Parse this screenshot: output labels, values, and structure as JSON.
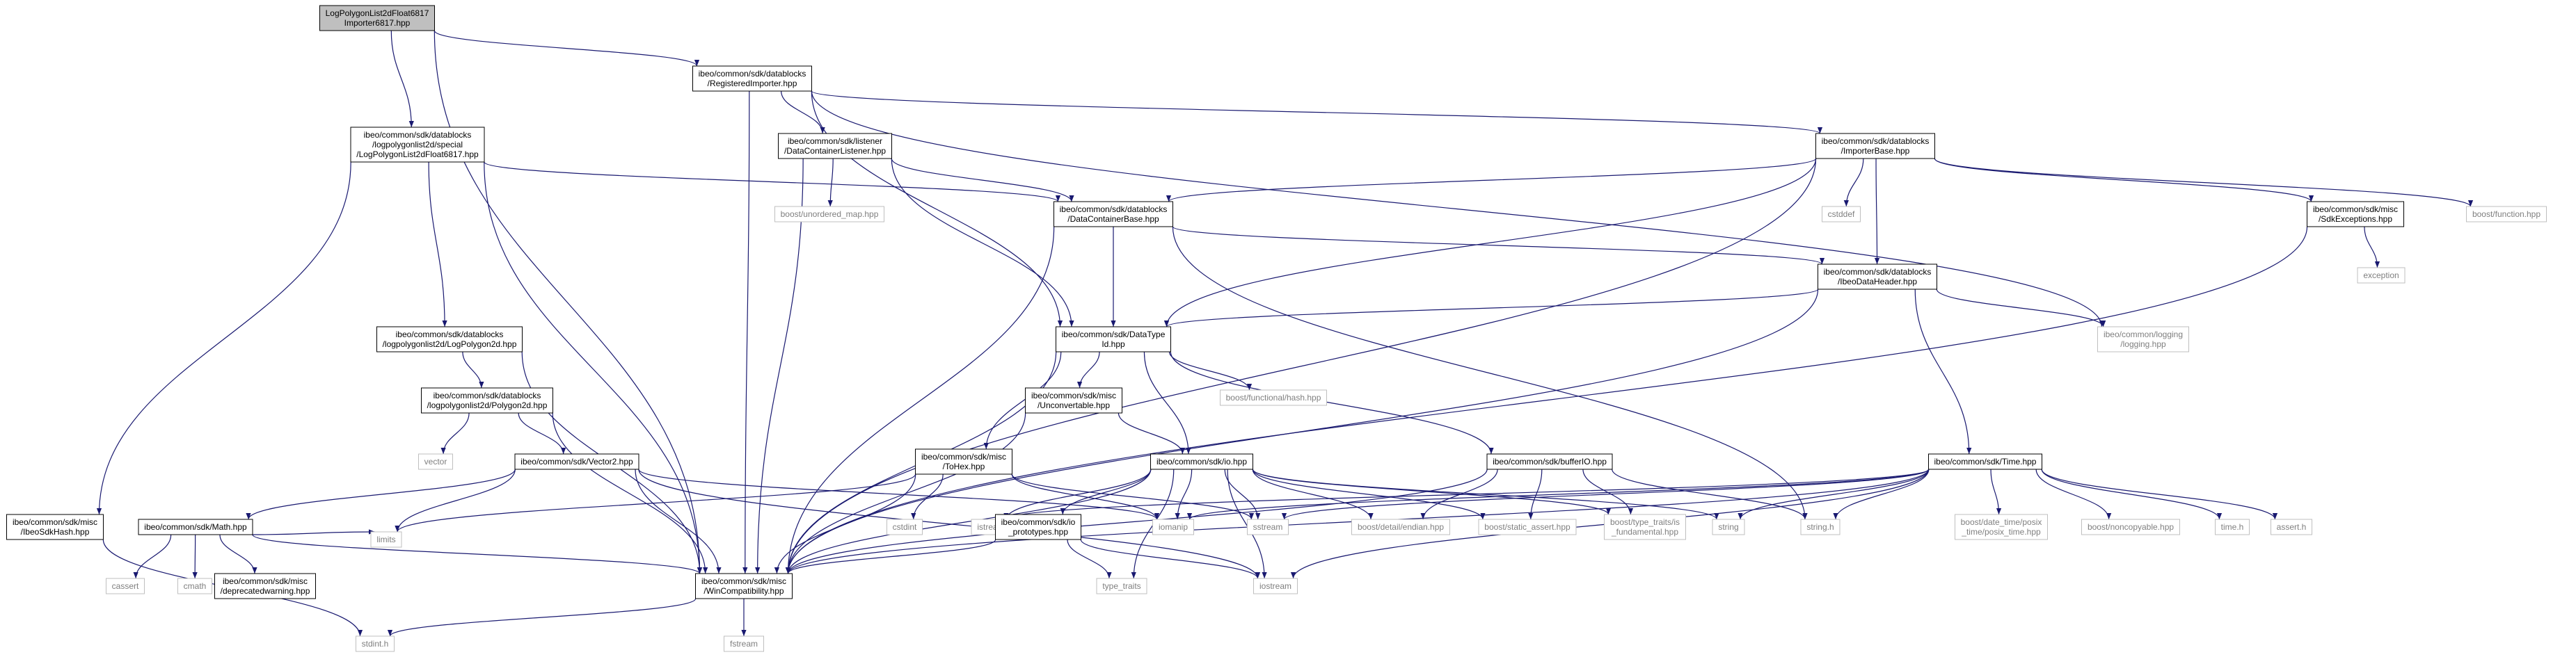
{
  "graph": {
    "colors": {
      "edge": "#191970",
      "box_border": "#000000",
      "ext_border": "#bfbfbf",
      "ext_text": "#7f7f7f",
      "focus_fill": "#bfbfbf",
      "fill": "#ffffff"
    },
    "nodes": [
      {
        "id": "n0",
        "kind": "focus",
        "lines": [
          "LogPolygonList2dFloat6817",
          "Importer6817.hpp"
        ]
      },
      {
        "id": "n1",
        "kind": "file",
        "lines": [
          "ibeo/common/sdk/datablocks",
          "/RegisteredImporter.hpp"
        ]
      },
      {
        "id": "n2",
        "kind": "file",
        "lines": [
          "ibeo/common/sdk/datablocks",
          "/logpolygonlist2d/special",
          "/LogPolygonList2dFloat6817.hpp"
        ]
      },
      {
        "id": "n3",
        "kind": "file",
        "lines": [
          "ibeo/common/sdk/listener",
          "/DataContainerListener.hpp"
        ]
      },
      {
        "id": "n4",
        "kind": "file",
        "lines": [
          "ibeo/common/sdk/datablocks",
          "/ImporterBase.hpp"
        ]
      },
      {
        "id": "n5",
        "kind": "file",
        "lines": [
          "ibeo/common/sdk/datablocks",
          "/DataContainerBase.hpp"
        ]
      },
      {
        "id": "n6",
        "kind": "ext",
        "lines": [
          "boost/unordered_map.hpp"
        ]
      },
      {
        "id": "n7",
        "kind": "ext",
        "lines": [
          "cstddef"
        ]
      },
      {
        "id": "n8",
        "kind": "file",
        "lines": [
          "ibeo/common/sdk/misc",
          "/SdkExceptions.hpp"
        ]
      },
      {
        "id": "n9",
        "kind": "ext",
        "lines": [
          "boost/function.hpp"
        ]
      },
      {
        "id": "n10",
        "kind": "ext",
        "lines": [
          "exception"
        ]
      },
      {
        "id": "n11",
        "kind": "file",
        "lines": [
          "ibeo/common/sdk/datablocks",
          "/IbeoDataHeader.hpp"
        ]
      },
      {
        "id": "n12",
        "kind": "ext",
        "lines": [
          "ibeo/common/logging",
          "/logging.hpp"
        ]
      },
      {
        "id": "n13",
        "kind": "file",
        "lines": [
          "ibeo/common/sdk/DataType",
          "Id.hpp"
        ]
      },
      {
        "id": "n14",
        "kind": "file",
        "lines": [
          "ibeo/common/sdk/datablocks",
          "/logpolygonlist2d/LogPolygon2d.hpp"
        ]
      },
      {
        "id": "n15",
        "kind": "file",
        "lines": [
          "ibeo/common/sdk/datablocks",
          "/logpolygonlist2d/Polygon2d.hpp"
        ]
      },
      {
        "id": "n16",
        "kind": "ext",
        "lines": [
          "boost/functional/hash.hpp"
        ]
      },
      {
        "id": "n17",
        "kind": "file",
        "lines": [
          "ibeo/common/sdk/misc",
          "/Unconvertable.hpp"
        ]
      },
      {
        "id": "n18",
        "kind": "ext",
        "lines": [
          "vector"
        ]
      },
      {
        "id": "n19",
        "kind": "file",
        "lines": [
          "ibeo/common/sdk/Vector2.hpp"
        ]
      },
      {
        "id": "n20",
        "kind": "file",
        "lines": [
          "ibeo/common/sdk/misc",
          "/ToHex.hpp"
        ]
      },
      {
        "id": "n21",
        "kind": "file",
        "lines": [
          "ibeo/common/sdk/io.hpp"
        ]
      },
      {
        "id": "n22",
        "kind": "file",
        "lines": [
          "ibeo/common/sdk/bufferIO.hpp"
        ]
      },
      {
        "id": "n23",
        "kind": "file",
        "lines": [
          "ibeo/common/sdk/Time.hpp"
        ]
      },
      {
        "id": "n24",
        "kind": "file",
        "lines": [
          "ibeo/common/sdk/misc",
          "/IbeoSdkHash.hpp"
        ]
      },
      {
        "id": "n25",
        "kind": "file",
        "lines": [
          "ibeo/common/sdk/Math.hpp"
        ]
      },
      {
        "id": "n26",
        "kind": "ext",
        "lines": [
          "cstdint"
        ]
      },
      {
        "id": "n27",
        "kind": "ext",
        "lines": [
          "istream"
        ]
      },
      {
        "id": "n28",
        "kind": "file",
        "lines": [
          "ibeo/common/sdk/io",
          "_prototypes.hpp"
        ]
      },
      {
        "id": "n29",
        "kind": "ext",
        "lines": [
          "iomanip"
        ]
      },
      {
        "id": "n30",
        "kind": "ext",
        "lines": [
          "sstream"
        ]
      },
      {
        "id": "n31",
        "kind": "ext",
        "lines": [
          "boost/detail/endian.hpp"
        ]
      },
      {
        "id": "n32",
        "kind": "ext",
        "lines": [
          "boost/static_assert.hpp"
        ]
      },
      {
        "id": "n33",
        "kind": "ext",
        "lines": [
          "boost/type_traits/is",
          "_fundamental.hpp"
        ]
      },
      {
        "id": "n34",
        "kind": "ext",
        "lines": [
          "string"
        ]
      },
      {
        "id": "n35",
        "kind": "ext",
        "lines": [
          "string.h"
        ]
      },
      {
        "id": "n36",
        "kind": "ext",
        "lines": [
          "boost/date_time/posix",
          "_time/posix_time.hpp"
        ]
      },
      {
        "id": "n37",
        "kind": "ext",
        "lines": [
          "boost/noncopyable.hpp"
        ]
      },
      {
        "id": "n38",
        "kind": "ext",
        "lines": [
          "time.h"
        ]
      },
      {
        "id": "n39",
        "kind": "ext",
        "lines": [
          "assert.h"
        ]
      },
      {
        "id": "n40",
        "kind": "ext",
        "lines": [
          "cassert"
        ]
      },
      {
        "id": "n41",
        "kind": "ext",
        "lines": [
          "cmath"
        ]
      },
      {
        "id": "n42",
        "kind": "file",
        "lines": [
          "ibeo/common/sdk/misc",
          "/deprecatedwarning.hpp"
        ]
      },
      {
        "id": "n43",
        "kind": "ext",
        "lines": [
          "limits"
        ]
      },
      {
        "id": "n44",
        "kind": "file",
        "lines": [
          "ibeo/common/sdk/misc",
          "/WinCompatibility.hpp"
        ]
      },
      {
        "id": "n45",
        "kind": "ext",
        "lines": [
          "type_traits"
        ]
      },
      {
        "id": "n46",
        "kind": "ext",
        "lines": [
          "iostream"
        ]
      },
      {
        "id": "n47",
        "kind": "ext",
        "lines": [
          "stdint.h"
        ]
      },
      {
        "id": "n48",
        "kind": "ext",
        "lines": [
          "fstream"
        ]
      }
    ],
    "edges": [
      [
        "n0",
        "n1"
      ],
      [
        "n0",
        "n2"
      ],
      [
        "n0",
        "n44"
      ],
      [
        "n1",
        "n3"
      ],
      [
        "n1",
        "n4"
      ],
      [
        "n1",
        "n13"
      ],
      [
        "n1",
        "n44"
      ],
      [
        "n1",
        "n12"
      ],
      [
        "n2",
        "n5"
      ],
      [
        "n2",
        "n14"
      ],
      [
        "n2",
        "n24"
      ],
      [
        "n2",
        "n44"
      ],
      [
        "n3",
        "n5"
      ],
      [
        "n3",
        "n6"
      ],
      [
        "n3",
        "n13"
      ],
      [
        "n3",
        "n44"
      ],
      [
        "n4",
        "n5"
      ],
      [
        "n4",
        "n7"
      ],
      [
        "n4",
        "n8"
      ],
      [
        "n4",
        "n9"
      ],
      [
        "n4",
        "n11"
      ],
      [
        "n4",
        "n13"
      ],
      [
        "n4",
        "n44"
      ],
      [
        "n5",
        "n11"
      ],
      [
        "n5",
        "n13"
      ],
      [
        "n5",
        "n44"
      ],
      [
        "n5",
        "n35"
      ],
      [
        "n8",
        "n10"
      ],
      [
        "n8",
        "n44"
      ],
      [
        "n11",
        "n12"
      ],
      [
        "n11",
        "n13"
      ],
      [
        "n11",
        "n23"
      ],
      [
        "n11",
        "n44"
      ],
      [
        "n13",
        "n16"
      ],
      [
        "n13",
        "n17"
      ],
      [
        "n13",
        "n20"
      ],
      [
        "n13",
        "n21"
      ],
      [
        "n13",
        "n22"
      ],
      [
        "n13",
        "n44"
      ],
      [
        "n14",
        "n15"
      ],
      [
        "n14",
        "n44"
      ],
      [
        "n15",
        "n18"
      ],
      [
        "n15",
        "n19"
      ],
      [
        "n15",
        "n44"
      ],
      [
        "n17",
        "n21"
      ],
      [
        "n17",
        "n44"
      ],
      [
        "n19",
        "n25"
      ],
      [
        "n19",
        "n29"
      ],
      [
        "n19",
        "n43"
      ],
      [
        "n19",
        "n44"
      ],
      [
        "n19",
        "n46"
      ],
      [
        "n20",
        "n26"
      ],
      [
        "n20",
        "n29"
      ],
      [
        "n20",
        "n30"
      ],
      [
        "n20",
        "n43"
      ],
      [
        "n20",
        "n44"
      ],
      [
        "n21",
        "n27"
      ],
      [
        "n21",
        "n28"
      ],
      [
        "n21",
        "n29"
      ],
      [
        "n21",
        "n30"
      ],
      [
        "n21",
        "n31"
      ],
      [
        "n21",
        "n32"
      ],
      [
        "n21",
        "n33"
      ],
      [
        "n21",
        "n34"
      ],
      [
        "n21",
        "n44"
      ],
      [
        "n21",
        "n45"
      ],
      [
        "n21",
        "n46"
      ],
      [
        "n22",
        "n31"
      ],
      [
        "n22",
        "n32"
      ],
      [
        "n22",
        "n33"
      ],
      [
        "n22",
        "n35"
      ],
      [
        "n22",
        "n44"
      ],
      [
        "n23",
        "n27"
      ],
      [
        "n23",
        "n29"
      ],
      [
        "n23",
        "n30"
      ],
      [
        "n23",
        "n34"
      ],
      [
        "n23",
        "n35"
      ],
      [
        "n23",
        "n36"
      ],
      [
        "n23",
        "n37"
      ],
      [
        "n23",
        "n38"
      ],
      [
        "n23",
        "n39"
      ],
      [
        "n23",
        "n44"
      ],
      [
        "n23",
        "n46"
      ],
      [
        "n24",
        "n47"
      ],
      [
        "n25",
        "n40"
      ],
      [
        "n25",
        "n41"
      ],
      [
        "n25",
        "n42"
      ],
      [
        "n25",
        "n43"
      ],
      [
        "n25",
        "n44"
      ],
      [
        "n28",
        "n44"
      ],
      [
        "n28",
        "n45"
      ],
      [
        "n28",
        "n46"
      ],
      [
        "n44",
        "n47"
      ],
      [
        "n44",
        "n48"
      ]
    ]
  }
}
